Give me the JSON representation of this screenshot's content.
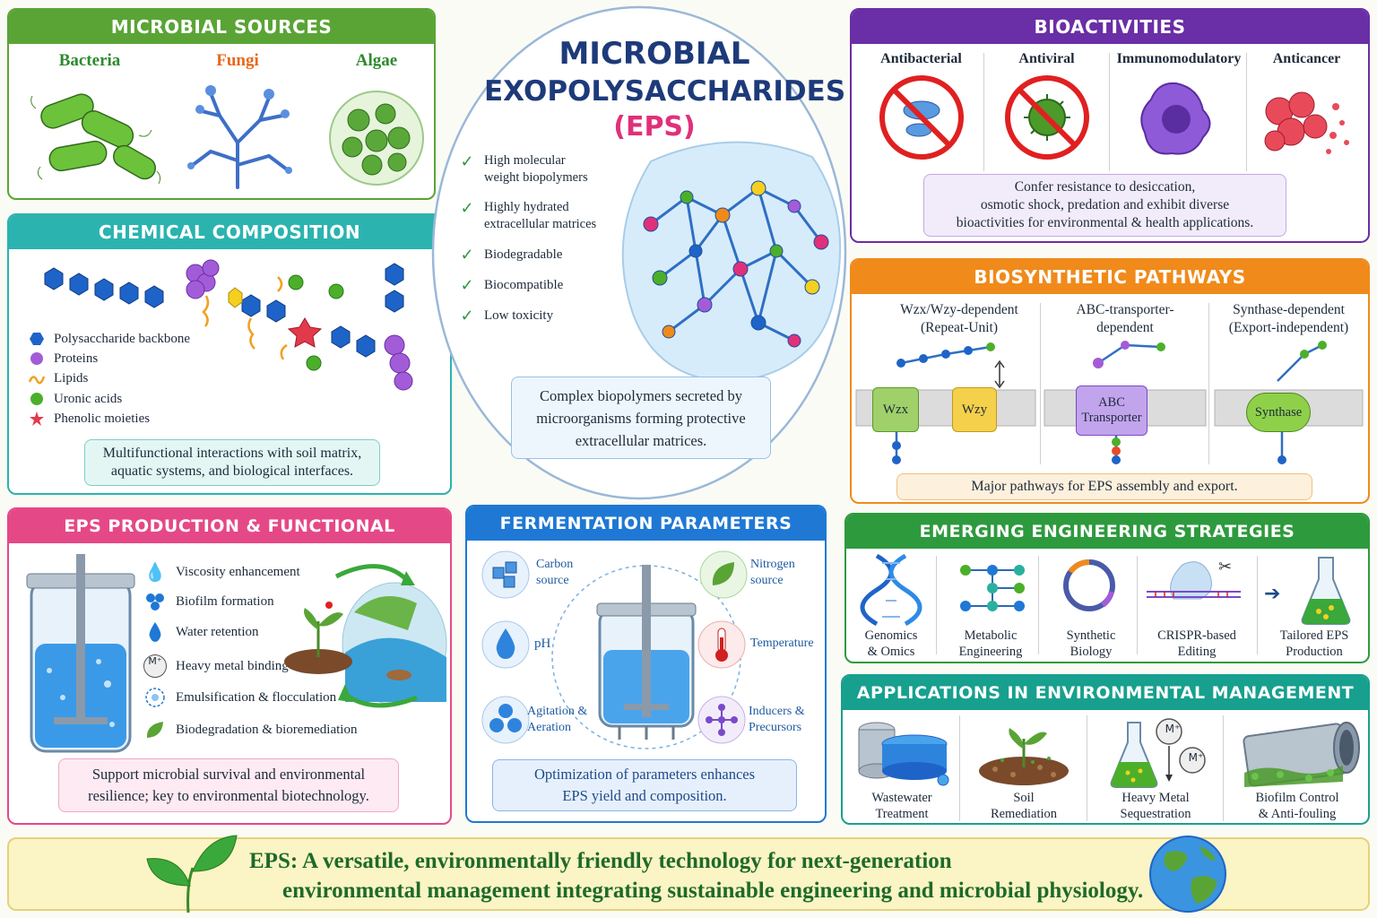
{
  "center": {
    "title_line1": "MICROBIAL",
    "title_line2": "EXOPOLYSACCHARIDES",
    "title_abbr": "(EPS)",
    "properties": [
      {
        "line1": "High molecular",
        "line2": "weight biopolymers"
      },
      {
        "line1": "Highly hydrated",
        "line2": "extracellular matrices"
      },
      {
        "line1": "Biodegradable",
        "line2": ""
      },
      {
        "line1": "Biocompatible",
        "line2": ""
      },
      {
        "line1": "Low toxicity",
        "line2": ""
      }
    ],
    "note_line1": "Complex biopolymers secreted by",
    "note_line2": "microorganisms forming protective",
    "note_line3": "extracellular matrices."
  },
  "sources": {
    "title": "MICROBIAL SOURCES",
    "items": [
      {
        "label": "Bacteria",
        "color": "#2e8a2e"
      },
      {
        "label": "Fungi",
        "color": "#e8681c"
      },
      {
        "label": "Algae",
        "color": "#2e8a2e"
      }
    ]
  },
  "composition": {
    "title": "CHEMICAL COMPOSITION",
    "legend": [
      {
        "label": "Polysaccharide backbone",
        "icon": "hexagon-icon",
        "color": "#1e64c8"
      },
      {
        "label": "Proteins",
        "icon": "circle-icon",
        "color": "#a35cd8"
      },
      {
        "label": "Lipids",
        "icon": "lipid-icon",
        "color": "#f0a020"
      },
      {
        "label": "Uronic acids",
        "icon": "circle-icon",
        "color": "#4caf2a"
      },
      {
        "label": "Phenolic moieties",
        "icon": "star-icon",
        "color": "#e23a4a"
      }
    ],
    "note_line1": "Multifunctional interactions with soil matrix,",
    "note_line2": "aquatic systems, and biological interfaces."
  },
  "production": {
    "title": "EPS PRODUCTION & FUNCTIONAL PROPERTIES",
    "items": [
      {
        "label": "Viscosity enhancement",
        "icon": "drop-icon"
      },
      {
        "label": "Biofilm formation",
        "icon": "cluster-icon"
      },
      {
        "label": "Water retention",
        "icon": "drop-icon"
      },
      {
        "label": "Heavy metal binding",
        "icon": "metal-ion-icon",
        "symbol": "M⁺"
      },
      {
        "label": "Emulsification & flocculation",
        "icon": "emulsion-icon"
      },
      {
        "label": "Biodegradation & bioremediation",
        "icon": "leaf-icon"
      }
    ],
    "note_line1": "Support microbial survival and environmental",
    "note_line2": "resilience; key to environmental biotechnology."
  },
  "fermentation": {
    "title": "FERMENTATION PARAMETERS",
    "params": [
      {
        "line1": "Carbon",
        "line2": "source",
        "icon": "cube-icon"
      },
      {
        "line1": "Nitrogen",
        "line2": "source",
        "icon": "leaf-icon"
      },
      {
        "line1": "pH",
        "line2": "",
        "icon": "drop-icon"
      },
      {
        "line1": "Temperature",
        "line2": "",
        "icon": "thermometer-icon"
      },
      {
        "line1": "Agitation &",
        "line2": "Aeration",
        "icon": "impeller-icon"
      },
      {
        "line1": "Inducers &",
        "line2": "Precursors",
        "icon": "molecule-icon"
      }
    ],
    "note_line1": "Optimization of parameters enhances",
    "note_line2": "EPS yield and composition."
  },
  "bioactivities": {
    "title": "BIOACTIVITIES",
    "items": [
      {
        "label": "Antibacterial"
      },
      {
        "label": "Antiviral"
      },
      {
        "label": "Immunomodulatory"
      },
      {
        "label": "Anticancer"
      }
    ],
    "note_line1": "Confer resistance to desiccation,",
    "note_line2": "osmotic shock, predation and exhibit diverse",
    "note_line3": "bioactivities for environmental & health applications."
  },
  "pathways": {
    "title": "BIOSYNTHETIC PATHWAYS",
    "items": [
      {
        "line1": "Wzx/Wzy-dependent",
        "line2": "(Repeat-Unit)",
        "box1": "Wzx",
        "box2": "Wzy"
      },
      {
        "line1": "ABC-transporter-",
        "line2": "dependent",
        "box1": "ABC",
        "box2": "Transporter"
      },
      {
        "line1": "Synthase-dependent",
        "line2": "(Export-independent)",
        "box1": "Synthase",
        "box2": ""
      }
    ],
    "note": "Major pathways for EPS assembly and export."
  },
  "engineering": {
    "title": "EMERGING ENGINEERING STRATEGIES",
    "items": [
      {
        "line1": "Genomics",
        "line2": "& Omics"
      },
      {
        "line1": "Metabolic",
        "line2": "Engineering"
      },
      {
        "line1": "Synthetic",
        "line2": "Biology"
      },
      {
        "line1": "CRISPR-based",
        "line2": "Editing"
      },
      {
        "line1": "Tailored EPS",
        "line2": "Production"
      }
    ]
  },
  "applications": {
    "title": "APPLICATIONS IN ENVIRONMENTAL MANAGEMENT",
    "items": [
      {
        "line1": "Wastewater",
        "line2": "Treatment"
      },
      {
        "line1": "Soil",
        "line2": "Remediation"
      },
      {
        "line1": "Heavy Metal",
        "line2": "Sequestration",
        "symbol": "M⁺"
      },
      {
        "line1": "Biofilm Control",
        "line2": "& Anti-fouling"
      }
    ]
  },
  "banner": {
    "line1": "EPS: A versatile, environmentally friendly technology for next-generation",
    "line2": "environmental management integrating sustainable engineering and microbial physiology."
  },
  "colors": {
    "green": "#5aa436",
    "teal": "#2bb3b0",
    "pink": "#e54887",
    "blue": "#1e78d4",
    "purple": "#6a2ea6",
    "orange": "#f08a1a",
    "dark_green": "#2e9a3e",
    "cyan_teal": "#17a08e",
    "title_navy": "#1d3a7a",
    "eps_pink": "#e0307a"
  }
}
